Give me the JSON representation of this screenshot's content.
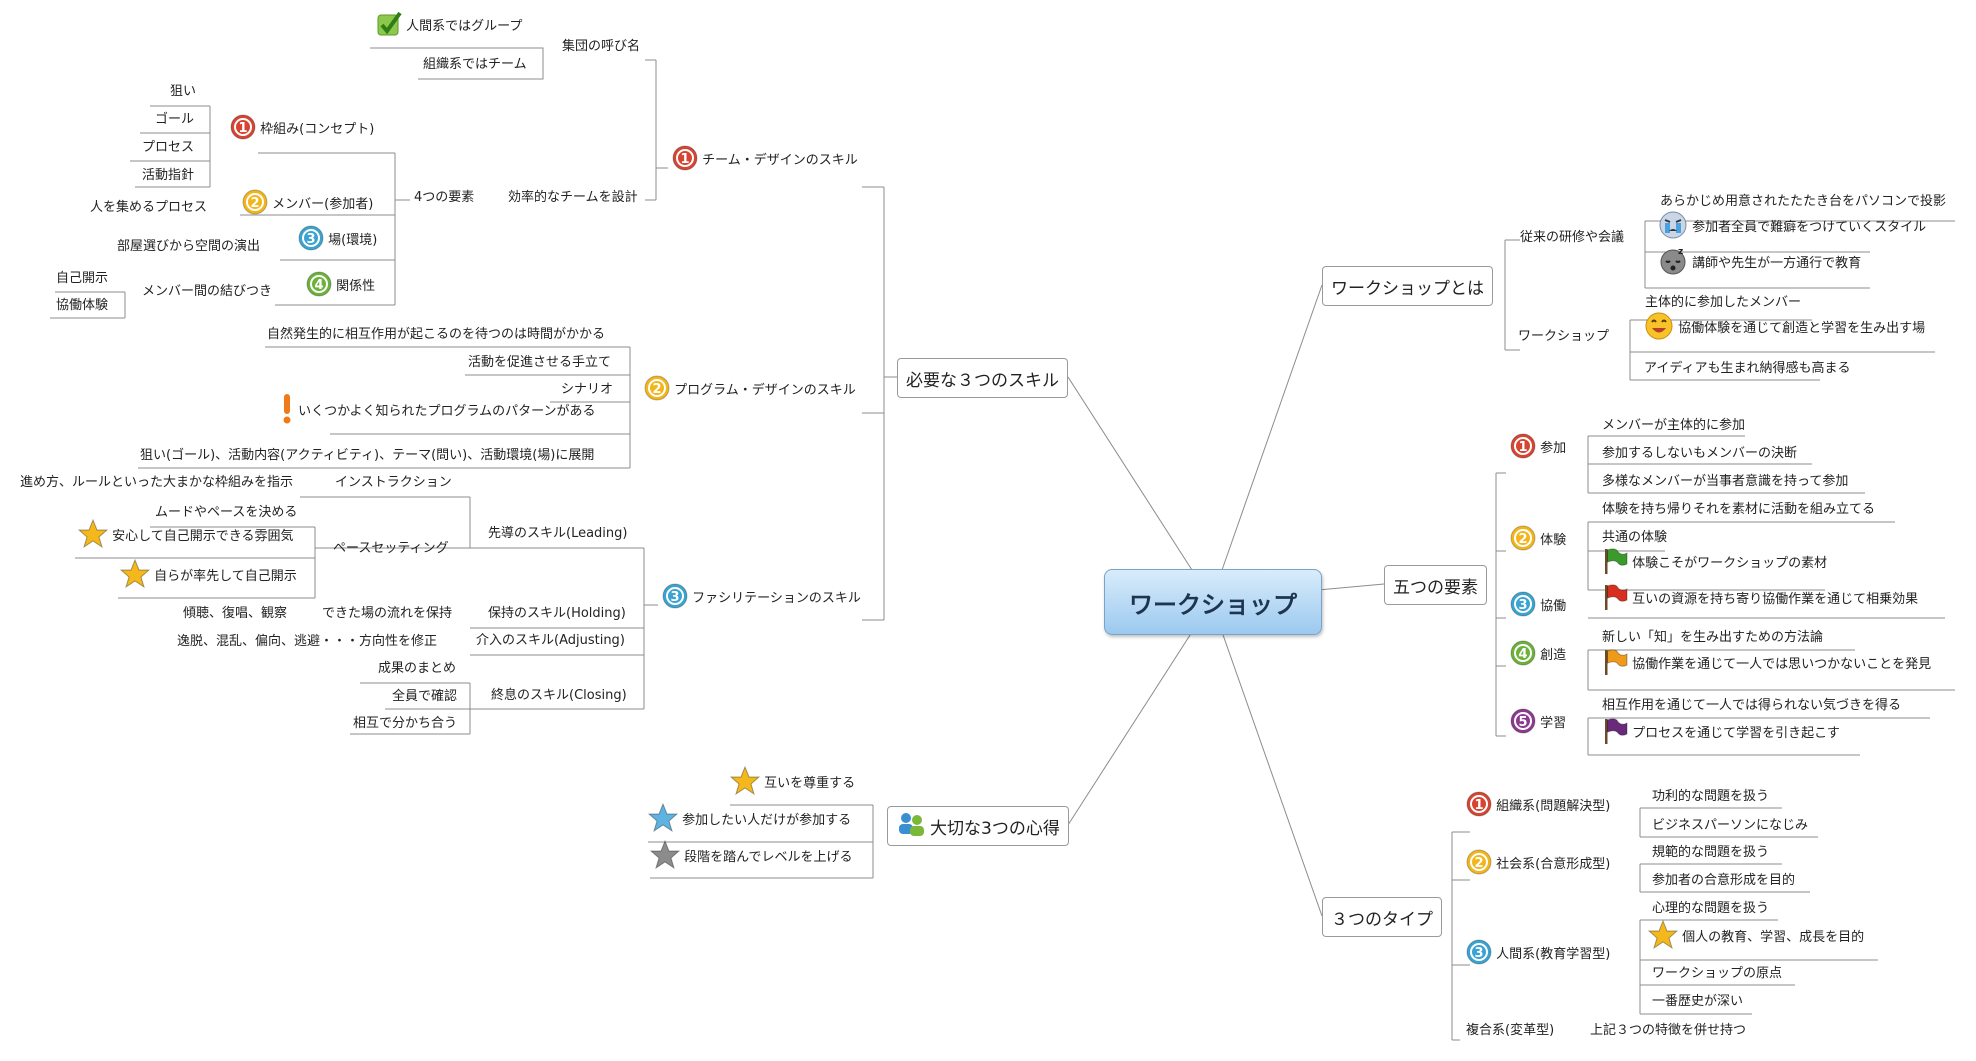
{
  "central": "ワークショップ",
  "branches": {
    "skills": "必要な３つのスキル",
    "mindset": "大切な3つの心得",
    "what_is": "ワークショップとは",
    "elements": "五つの要素",
    "types": "３つのタイプ"
  },
  "skills": {
    "team_design": "チーム・デザインのスキル",
    "collective_name": "集団の呼び名",
    "group": "人間系ではグループ",
    "team": "組織系ではチーム",
    "efficient": "効率的なチームを設計",
    "four_elements": "4つの要素",
    "framework": "枠組み(コンセプト)",
    "aim": "狙い",
    "goal": "ゴール",
    "process": "プロセス",
    "guideline": "活動指針",
    "member": "メンバー(参加者)",
    "gather": "人を集めるプロセス",
    "place": "場(環境)",
    "room": "部屋選びから空間の演出",
    "relation": "関係性",
    "bond": "メンバー間の結びつき",
    "self_disclosure": "自己開示",
    "cooperation": "協働体験",
    "program_design": "プログラム・デザインのスキル",
    "p1": "自然発生的に相互作用が起こるのを待つのは時間がかかる",
    "p2": "活動を促進させる手立て",
    "p3": "シナリオ",
    "p4": "いくつかよく知られたプログラムのパターンがある",
    "p5": "狙い(ゴール)、活動内容(アクティビティ)、テーマ(問い)、活動環境(場)に展開",
    "facilitation": "ファシリテーションのスキル",
    "leading": "先導のスキル(Leading)",
    "instruction": "インストラクション",
    "instruction_desc": "進め方、ルールといった大まかな枠組みを指示",
    "pace": "ペースセッティング",
    "mood": "ムードやペースを決める",
    "safe": "安心して自己開示できる雰囲気",
    "lead_self": "自らが率先して自己開示",
    "holding": "保持のスキル(Holding)",
    "keep_flow": "できた場の流れを保持",
    "listen": "傾聴、復唱、観察",
    "adjusting": "介入のスキル(Adjusting)",
    "fix_direction": "逸脱、混乱、偏向、逃避・・・方向性を修正",
    "closing": "終息のスキル(Closing)",
    "summary": "成果のまとめ",
    "confirm": "全員で確認",
    "share": "相互で分かち合う"
  },
  "mindset": {
    "respect": "互いを尊重する",
    "voluntary": "参加したい人だけが参加する",
    "steps": "段階を踏んでレベルを上げる"
  },
  "what_is": {
    "traditional": "従来の研修や会議",
    "t1": "あらかじめ用意されたたたき台をパソコンで投影",
    "t2": "参加者全員で難癖をつけていくスタイル",
    "t3": "講師や先生が一方通行で教育",
    "workshop": "ワークショップ",
    "w1": "主体的に参加したメンバー",
    "w2": "協働体験を通じて創造と学習を生み出す場",
    "w3": "アイディアも生まれ納得感も高まる"
  },
  "elements": {
    "participation": "参加",
    "pa1": "メンバーが主体的に参加",
    "pa2": "参加するしないもメンバーの決断",
    "pa3": "多様なメンバーが当事者意識を持って参加",
    "experience": "体験",
    "e1": "体験を持ち帰りそれを素材に活動を組み立てる",
    "e2": "共通の体験",
    "e3": "体験こそがワークショップの素材",
    "collab": "協働",
    "c1": "互いの資源を持ち寄り協働作業を通じて相乗効果",
    "creation": "創造",
    "cr1": "新しい「知」を生み出すための方法論",
    "cr2": "協働作業を通じて一人では思いつかないことを発見",
    "learning": "学習",
    "l1": "相互作用を通じて一人では得られない気づきを得る",
    "l2": "プロセスを通じて学習を引き起こす"
  },
  "types": {
    "org": "組織系(問題解決型)",
    "o1": "功利的な問題を扱う",
    "o2": "ビジネスパーソンになじみ",
    "social": "社会系(合意形成型)",
    "s1": "規範的な問題を扱う",
    "s2": "参加者の合意形成を目的",
    "human": "人間系(教育学習型)",
    "h1": "心理的な問題を扱う",
    "h2": "個人の教育、学習、成長を目的",
    "h3": "ワークショップの原点",
    "h4": "一番歴史が深い",
    "mixed": "複合系(変革型)",
    "m1": "上記３つの特徴を併せ持つ"
  },
  "icons": {
    "n1": "1",
    "n2": "2",
    "n3": "3",
    "n4": "4",
    "n5": "5",
    "num_colors": {
      "1": "#d64531",
      "2": "#f3b51c",
      "3": "#3aa3d0",
      "4": "#6cb23a",
      "5": "#8b3a8f"
    }
  }
}
